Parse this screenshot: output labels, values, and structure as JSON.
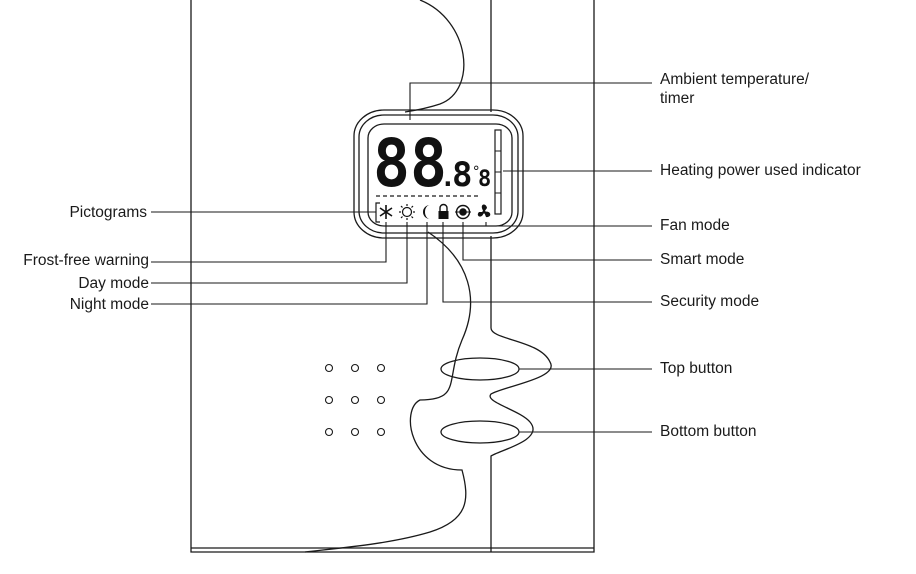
{
  "display": {
    "digits": "88",
    "decimal_point": ".",
    "tenths_digit": "8",
    "degree_symbol": "°",
    "unit_digit": "8"
  },
  "pictograms": [
    {
      "id": "frost",
      "icon": "snowflake-icon"
    },
    {
      "id": "day",
      "icon": "sun-icon"
    },
    {
      "id": "night",
      "icon": "moon-icon"
    },
    {
      "id": "security",
      "icon": "padlock-icon"
    },
    {
      "id": "smart",
      "icon": "smart-target-icon"
    },
    {
      "id": "fan",
      "icon": "fan-icon"
    }
  ],
  "labels": {
    "ambient_line1": "Ambient temperature/",
    "ambient_line2": "timer",
    "heating_power": "Heating power used indicator",
    "fan_mode": "Fan mode",
    "smart_mode": "Smart mode",
    "security_mode": "Security mode",
    "top_button": "Top button",
    "bottom_button": "Bottom button",
    "pictograms": "Pictograms",
    "frost_free": "Frost-free warning",
    "day_mode": "Day mode",
    "night_mode": "Night mode"
  },
  "colors": {
    "line": "#1a1a1a",
    "background": "#ffffff"
  }
}
